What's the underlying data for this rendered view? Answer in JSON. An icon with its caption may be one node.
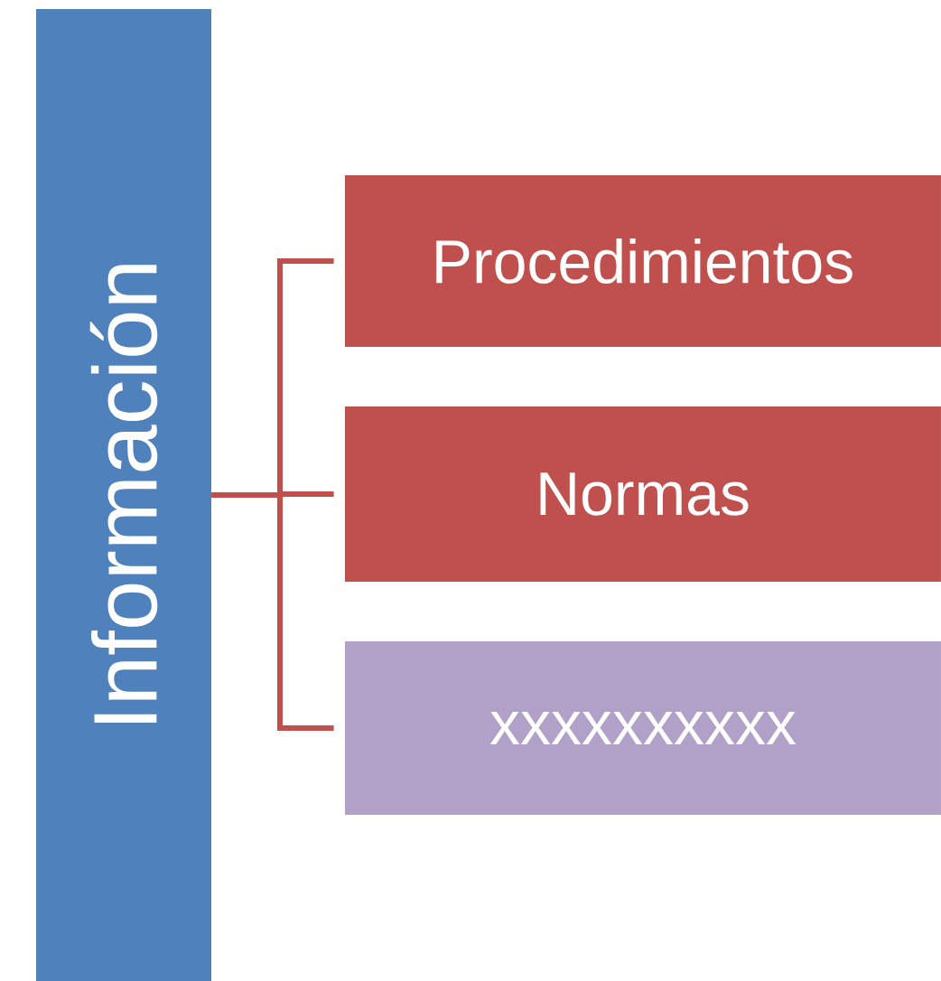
{
  "diagram": {
    "nodes": [
      {
        "text": [
          "Información"
        ]
      },
      {
        "text": [
          "Procedimientos"
        ]
      },
      {
        "text": [
          "Normas"
        ]
      },
      {
        "text": [
          "xxxxxxxxxx"
        ]
      }
    ],
    "edges": [
      {
        "from": 0,
        "to": 1,
        "arrow": "none"
      },
      {
        "from": 0,
        "to": 2,
        "arrow": "none"
      },
      {
        "from": 0,
        "to": 3,
        "arrow": "none"
      }
    ]
  }
}
